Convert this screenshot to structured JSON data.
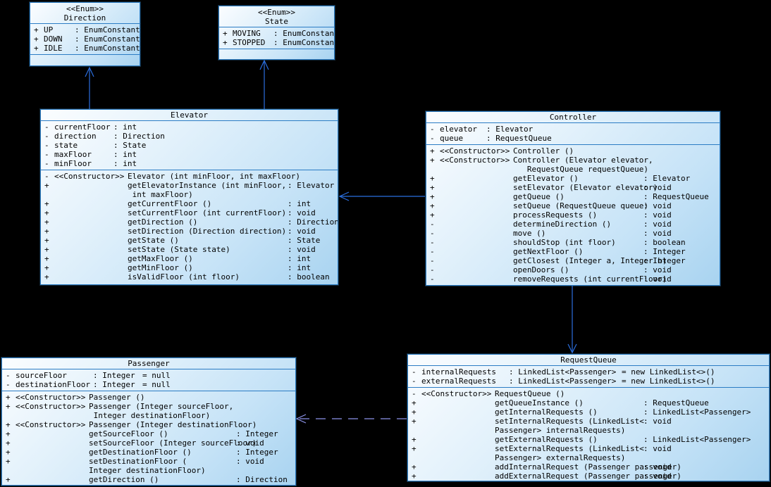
{
  "diagram": {
    "background_color": "#000000",
    "box_border_color": "#2b7cc4",
    "solid_line_color": "#2b6fe0",
    "dashed_line_color": "#8d94ea",
    "constructor_stereotype": "<<Constructor>>"
  },
  "classes": [
    {
      "id": "direction",
      "stereotype": "<<Enum>>",
      "name": "Direction",
      "attributes": [
        {
          "vis": "+",
          "name": "UP",
          "type": ": EnumConstant"
        },
        {
          "vis": "+",
          "name": "DOWN",
          "type": ": EnumConstant"
        },
        {
          "vis": "+",
          "name": "IDLE",
          "type": ": EnumConstant"
        }
      ],
      "methods": []
    },
    {
      "id": "state",
      "stereotype": "<<Enum>>",
      "name": "State",
      "attributes": [
        {
          "vis": "+",
          "name": "MOVING",
          "type": ": EnumConstant"
        },
        {
          "vis": "+",
          "name": "STOPPED",
          "type": ": EnumConstant"
        }
      ],
      "methods": []
    },
    {
      "id": "elevator",
      "stereotype": "",
      "name": "Elevator",
      "attributes": [
        {
          "vis": "-",
          "name": "currentFloor",
          "type": ": int"
        },
        {
          "vis": "-",
          "name": "direction",
          "type": ": Direction"
        },
        {
          "vis": "-",
          "name": "state",
          "type": ": State"
        },
        {
          "vis": "-",
          "name": "maxFloor",
          "type": ": int"
        },
        {
          "vis": "-",
          "name": "minFloor",
          "type": ": int"
        }
      ],
      "methods": [
        {
          "vis": "-",
          "ctor": true,
          "lines": [
            "Elevator (int minFloor, int maxFloor)"
          ],
          "ret": ""
        },
        {
          "vis": "+",
          "ctor": false,
          "lines": [
            "getElevatorInstance (int minFloor,",
            " int maxFloor)"
          ],
          "ret": ": Elevator"
        },
        {
          "vis": "+",
          "ctor": false,
          "lines": [
            "getCurrentFloor ()"
          ],
          "ret": ": int"
        },
        {
          "vis": "+",
          "ctor": false,
          "lines": [
            "setCurrentFloor (int currentFloor)"
          ],
          "ret": ": void"
        },
        {
          "vis": "+",
          "ctor": false,
          "lines": [
            "getDirection ()"
          ],
          "ret": ": Direction"
        },
        {
          "vis": "+",
          "ctor": false,
          "lines": [
            "setDirection (Direction direction)"
          ],
          "ret": ": void"
        },
        {
          "vis": "+",
          "ctor": false,
          "lines": [
            "getState ()"
          ],
          "ret": ": State"
        },
        {
          "vis": "+",
          "ctor": false,
          "lines": [
            "setState (State state)"
          ],
          "ret": ": void"
        },
        {
          "vis": "+",
          "ctor": false,
          "lines": [
            "getMaxFloor ()"
          ],
          "ret": ": int"
        },
        {
          "vis": "+",
          "ctor": false,
          "lines": [
            "getMinFloor ()"
          ],
          "ret": ": int"
        },
        {
          "vis": "+",
          "ctor": false,
          "lines": [
            "isValidFloor (int floor)"
          ],
          "ret": ": boolean"
        }
      ]
    },
    {
      "id": "controller",
      "stereotype": "",
      "name": "Controller",
      "attributes": [
        {
          "vis": "-",
          "name": "elevator",
          "type": ": Elevator"
        },
        {
          "vis": "-",
          "name": "queue",
          "type": ": RequestQueue"
        }
      ],
      "methods": [
        {
          "vis": "+",
          "ctor": true,
          "lines": [
            "Controller ()"
          ],
          "ret": ""
        },
        {
          "vis": "+",
          "ctor": true,
          "lines": [
            "Controller (Elevator elevator,",
            "   RequestQueue requestQueue)"
          ],
          "ret": ""
        },
        {
          "vis": "+",
          "ctor": false,
          "lines": [
            "getElevator ()"
          ],
          "ret": ": Elevator"
        },
        {
          "vis": "+",
          "ctor": false,
          "lines": [
            "setElevator (Elevator elevator)"
          ],
          "ret": ": void"
        },
        {
          "vis": "+",
          "ctor": false,
          "lines": [
            "getQueue ()"
          ],
          "ret": ": RequestQueue"
        },
        {
          "vis": "+",
          "ctor": false,
          "lines": [
            "setQueue (RequestQueue queue)"
          ],
          "ret": ": void"
        },
        {
          "vis": "+",
          "ctor": false,
          "lines": [
            "processRequests ()"
          ],
          "ret": ": void"
        },
        {
          "vis": "-",
          "ctor": false,
          "lines": [
            "determineDirection ()"
          ],
          "ret": ": void"
        },
        {
          "vis": "-",
          "ctor": false,
          "lines": [
            "move ()"
          ],
          "ret": ": void"
        },
        {
          "vis": "-",
          "ctor": false,
          "lines": [
            "shouldStop (int floor)"
          ],
          "ret": ": boolean"
        },
        {
          "vis": "-",
          "ctor": false,
          "lines": [
            "getNextFloor ()"
          ],
          "ret": ": Integer"
        },
        {
          "vis": "-",
          "ctor": false,
          "lines": [
            "getClosest (Integer a, Integer b)"
          ],
          "ret": ": Integer"
        },
        {
          "vis": "-",
          "ctor": false,
          "lines": [
            "openDoors ()"
          ],
          "ret": ": void"
        },
        {
          "vis": "-",
          "ctor": false,
          "lines": [
            "removeRequests (int currentFloor)"
          ],
          "ret": ": void"
        }
      ]
    },
    {
      "id": "passenger",
      "stereotype": "",
      "name": "Passenger",
      "attributes": [
        {
          "vis": "-",
          "name": "sourceFloor",
          "type": ": Integer",
          "default": "= null"
        },
        {
          "vis": "-",
          "name": "destinationFloor",
          "type": ": Integer",
          "default": "= null"
        }
      ],
      "methods": [
        {
          "vis": "+",
          "ctor": true,
          "lines": [
            "Passenger ()"
          ],
          "ret": ""
        },
        {
          "vis": "+",
          "ctor": true,
          "lines": [
            "Passenger (Integer sourceFloor,",
            " Integer destinationFloor)"
          ],
          "ret": ""
        },
        {
          "vis": "+",
          "ctor": true,
          "lines": [
            "Passenger (Integer destinationFloor)"
          ],
          "ret": ""
        },
        {
          "vis": "+",
          "ctor": false,
          "lines": [
            "getSourceFloor ()"
          ],
          "ret": ": Integer"
        },
        {
          "vis": "+",
          "ctor": false,
          "lines": [
            "setSourceFloor (Integer sourceFloor)"
          ],
          "ret": ": void"
        },
        {
          "vis": "+",
          "ctor": false,
          "lines": [
            "getDestinationFloor ()"
          ],
          "ret": ": Integer"
        },
        {
          "vis": "+",
          "ctor": false,
          "lines": [
            "setDestinationFloor (",
            "Integer destinationFloor)"
          ],
          "ret": ": void"
        },
        {
          "vis": "+",
          "ctor": false,
          "lines": [
            "getDirection ()"
          ],
          "ret": ": Direction"
        }
      ]
    },
    {
      "id": "requestqueue",
      "stereotype": "",
      "name": "RequestQueue",
      "attributes": [
        {
          "vis": "-",
          "name": "internalRequests",
          "type": ": LinkedList<Passenger>",
          "default": "= new LinkedList<>()"
        },
        {
          "vis": "-",
          "name": "externalRequests",
          "type": ": LinkedList<Passenger>",
          "default": "= new LinkedList<>()"
        }
      ],
      "methods": [
        {
          "vis": "-",
          "ctor": true,
          "lines": [
            "RequestQueue ()"
          ],
          "ret": ""
        },
        {
          "vis": "+",
          "ctor": false,
          "lines": [
            "getQueueInstance ()"
          ],
          "ret": ": RequestQueue"
        },
        {
          "vis": "+",
          "ctor": false,
          "lines": [
            "getInternalRequests ()"
          ],
          "ret": ": LinkedList<Passenger>"
        },
        {
          "vis": "+",
          "ctor": false,
          "lines": [
            "setInternalRequests (LinkedList<",
            "Passenger> internalRequests)"
          ],
          "ret": ": void"
        },
        {
          "vis": "+",
          "ctor": false,
          "lines": [
            "getExternalRequests ()"
          ],
          "ret": ": LinkedList<Passenger>"
        },
        {
          "vis": "+",
          "ctor": false,
          "lines": [
            "setExternalRequests (LinkedList<",
            "Passenger> externalRequests)"
          ],
          "ret": ": void"
        },
        {
          "vis": "+",
          "ctor": false,
          "lines": [
            "addInternalRequest (Passenger passenger)"
          ],
          "ret": ": void"
        },
        {
          "vis": "+",
          "ctor": false,
          "lines": [
            "addExternalRequest (Passenger passenger)"
          ],
          "ret": ": void"
        }
      ]
    }
  ],
  "relationships": [
    {
      "id": "elevator-to-direction",
      "from": "Elevator",
      "to": "Direction",
      "line": "solid",
      "arrow": "open"
    },
    {
      "id": "elevator-to-state",
      "from": "Elevator",
      "to": "State",
      "line": "solid",
      "arrow": "open"
    },
    {
      "id": "controller-to-elevator",
      "from": "Controller",
      "to": "Elevator",
      "line": "solid",
      "arrow": "open"
    },
    {
      "id": "controller-to-requestqueue",
      "from": "Controller",
      "to": "RequestQueue",
      "line": "solid",
      "arrow": "open"
    },
    {
      "id": "requestqueue-to-passenger",
      "from": "RequestQueue",
      "to": "Passenger",
      "line": "dashed",
      "arrow": "open"
    }
  ]
}
